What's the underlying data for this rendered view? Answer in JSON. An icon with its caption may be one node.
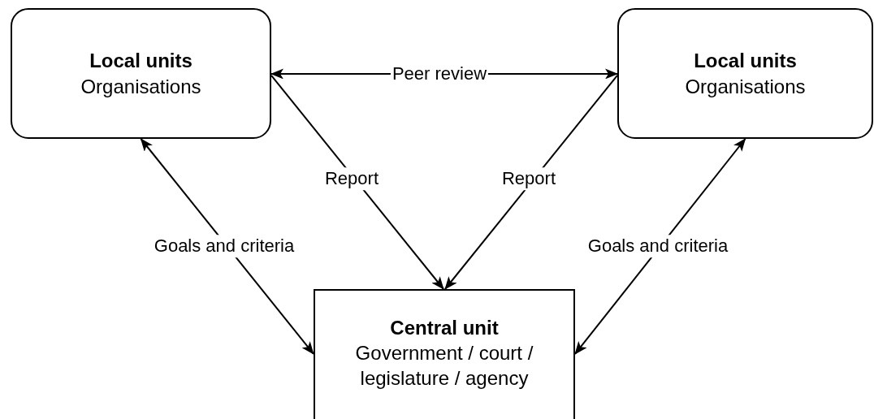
{
  "diagram": {
    "nodes": [
      {
        "text": [
          "Local units",
          "Organisations"
        ]
      },
      {
        "text": [
          "Local units",
          "Organisations"
        ]
      },
      {
        "text": [
          "Central unit",
          "Government / court / legislature / agency"
        ]
      }
    ],
    "edges": [
      {
        "from": 0,
        "to": 1,
        "arrow": "both",
        "label": "Peer review"
      },
      {
        "from": 0,
        "to": 2,
        "arrow": "to",
        "label": "Report"
      },
      {
        "from": 1,
        "to": 2,
        "arrow": "to",
        "label": "Report"
      },
      {
        "from": 0,
        "to": 2,
        "arrow": "both",
        "label": "Goals and criteria"
      },
      {
        "from": 1,
        "to": 2,
        "arrow": "both",
        "label": "Goals and criteria"
      }
    ]
  }
}
